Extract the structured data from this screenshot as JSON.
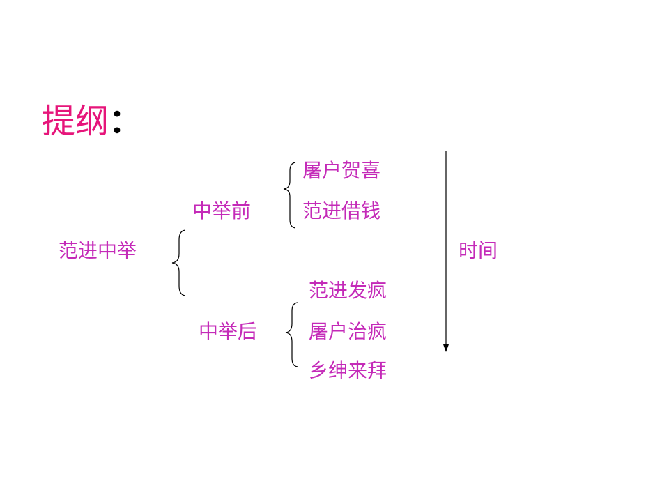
{
  "title": {
    "text": "提纲",
    "colon": "："
  },
  "root": {
    "label": "范进中举"
  },
  "before": {
    "label": "中举前",
    "items": [
      "屠户贺喜",
      "范进借钱"
    ]
  },
  "after": {
    "label": "中举后",
    "items": [
      "范进发疯",
      "屠户治疯",
      "乡绅来拜"
    ]
  },
  "timeline": {
    "label": "时间"
  },
  "colors": {
    "title": "#e6157a",
    "text": "#c42ab8",
    "lines": "#000000"
  }
}
